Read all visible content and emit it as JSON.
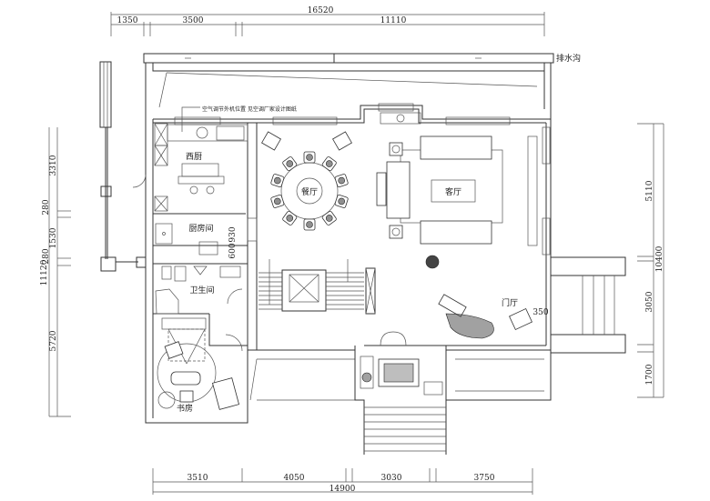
{
  "dimensions": {
    "top": {
      "total": "16520",
      "segments": [
        "1350",
        "3500",
        "11110"
      ]
    },
    "bottom": {
      "total": "14900",
      "segments": [
        "3510",
        "4050",
        "3030",
        "3750"
      ]
    },
    "left": {
      "total": "11120",
      "segments": [
        "3310",
        "280",
        "1530",
        "280",
        "5720"
      ]
    },
    "right": {
      "total": "10400",
      "segments": [
        "5110",
        "3050",
        "1700"
      ]
    },
    "inner": {
      "kitchen_a": "930",
      "kitchen_b": "600",
      "entry_gap": "350"
    }
  },
  "labels": {
    "drain": "排水沟",
    "note": "空气调节外机位置 见空调厂家设计图纸"
  },
  "rooms": {
    "west_kitchen": "西厨",
    "kitchen": "厨房间",
    "dining": "餐厅",
    "living": "客厅",
    "bathroom": "卫生间",
    "study": "书房",
    "foyer": "门厅"
  }
}
